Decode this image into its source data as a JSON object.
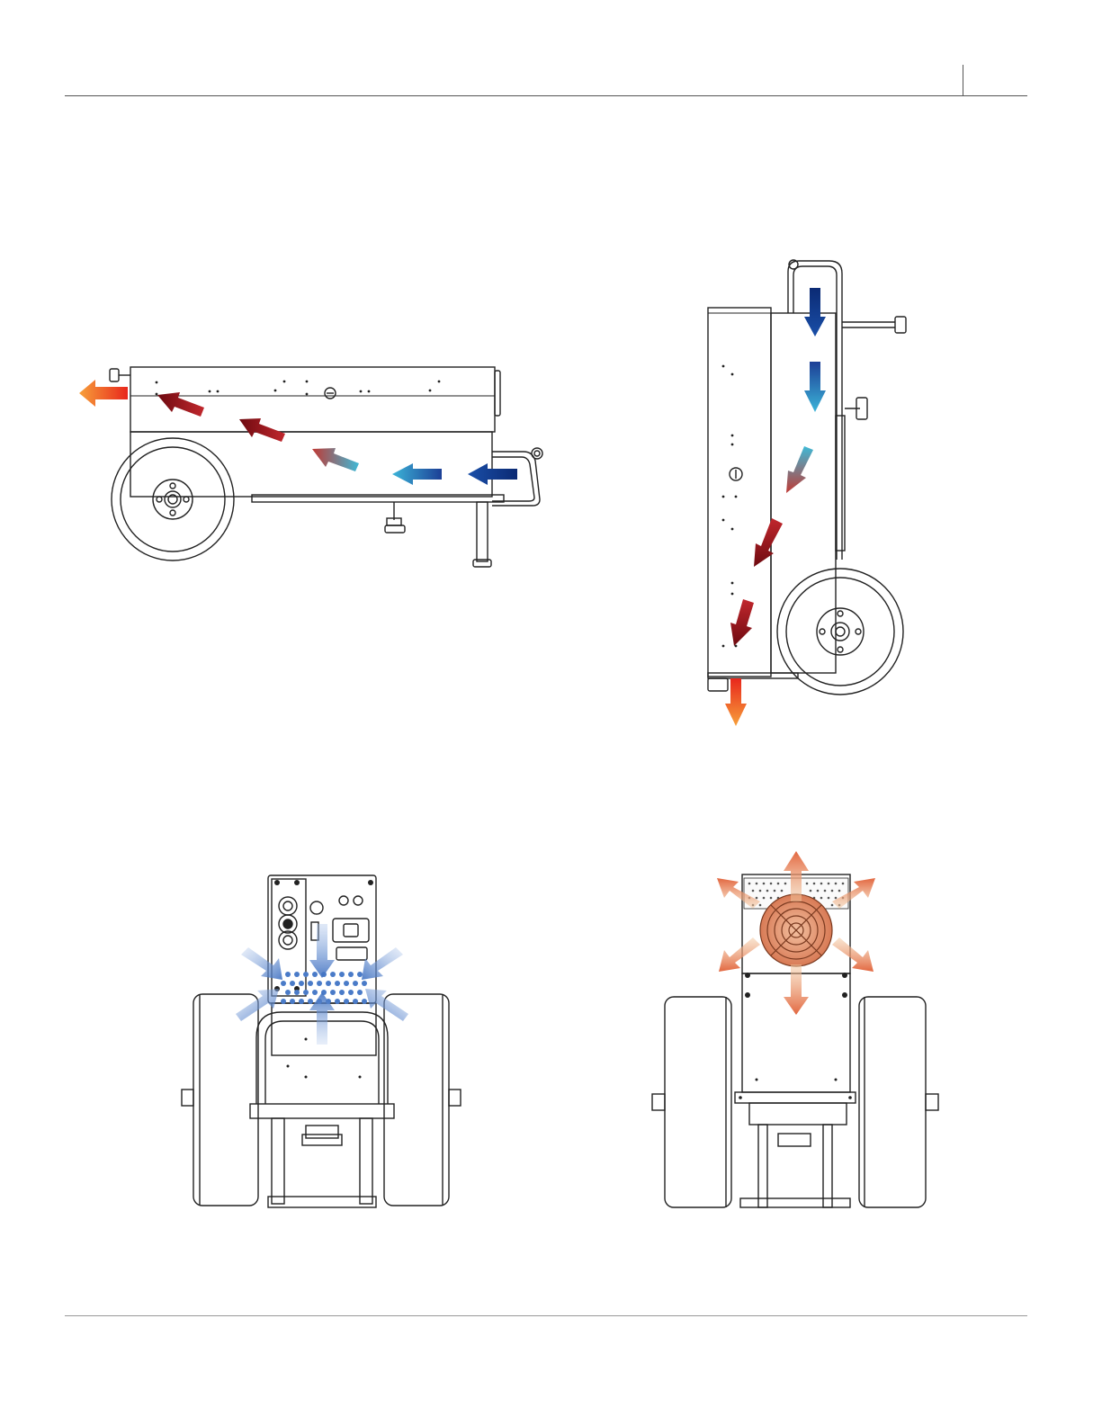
{
  "page": {
    "header_text": "",
    "footer_text": ""
  },
  "figures": {
    "side_view": {
      "name": "side-view-airflow"
    },
    "upright_view": {
      "name": "upright-view-airflow"
    },
    "rear_intake_view": {
      "name": "rear-intake-view-airflow"
    },
    "rear_exhaust_view": {
      "name": "rear-exhaust-view-airflow"
    }
  },
  "colors": {
    "line": "#222222",
    "cool_dark": "#0d2f7a",
    "cool_light": "#3fb6d8",
    "warm_dark": "#7a0a10",
    "warm_light": "#f4a23b",
    "intake_blue": "#4a7bc8",
    "exhaust_orange": "#e9785a"
  }
}
